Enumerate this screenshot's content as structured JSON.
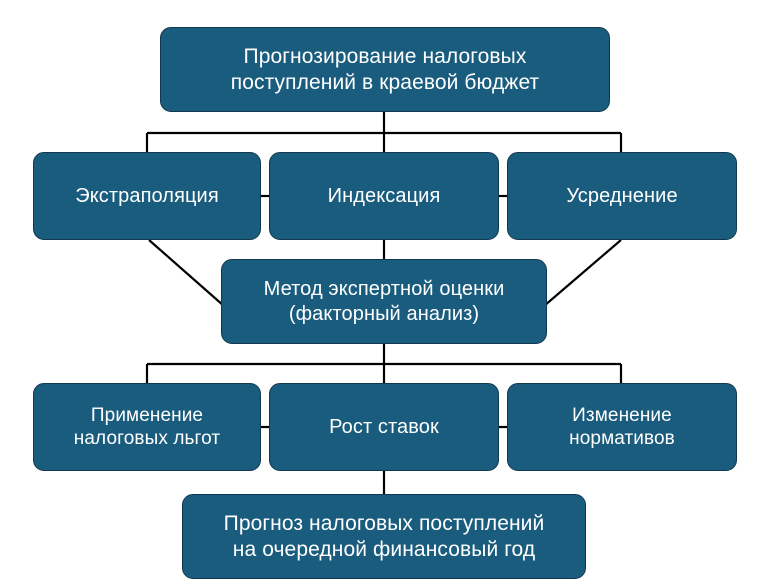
{
  "diagram": {
    "title": "Прогнозирование налоговых поступлений в краевой бюджет",
    "type": "flowchart",
    "colors": {
      "node_fill": "#1a5c7e",
      "node_border": "#12384d",
      "node_text": "#ffffff",
      "connector": "#000000",
      "background": "#ffffff"
    },
    "nodes": {
      "root": {
        "id": "root",
        "label": "Прогнозирование налоговых поступлений в краевой бюджет",
        "line1": "Прогнозирование налоговых",
        "line2": "поступлений в краевой бюджет",
        "level": 1
      },
      "extrapolation": {
        "id": "extrapolation",
        "label": "Экстраполяция",
        "level": 2
      },
      "indexation": {
        "id": "indexation",
        "label": "Индексация",
        "level": 2
      },
      "averaging": {
        "id": "averaging",
        "label": "Усреднение",
        "level": 2
      },
      "expert": {
        "id": "expert",
        "label": "Метод экспертной оценки (факторный анализ)",
        "line1": "Метод экспертной оценки",
        "line2": "(факторный анализ)",
        "level": 3
      },
      "benefits": {
        "id": "benefits",
        "label": "Применение налоговых льгот",
        "line1": "Применение",
        "line2": "налоговых льгот",
        "level": 4
      },
      "rates": {
        "id": "rates",
        "label": "Рост ставок",
        "level": 4
      },
      "norms": {
        "id": "norms",
        "label": "Изменение нормативов",
        "line1": "Изменение",
        "line2": "нормативов",
        "level": 4
      },
      "forecast": {
        "id": "forecast",
        "label": "Прогноз налоговых поступлений на очередной финансовый год",
        "line1": "Прогноз налоговых поступлений",
        "line2": "на очередной финансовый год",
        "level": 5
      }
    },
    "edges": [
      {
        "from": "root",
        "to": "extrapolation",
        "style": "orthogonal"
      },
      {
        "from": "root",
        "to": "indexation",
        "style": "orthogonal"
      },
      {
        "from": "root",
        "to": "averaging",
        "style": "orthogonal"
      },
      {
        "from": "extrapolation",
        "to": "expert",
        "style": "diagonal"
      },
      {
        "from": "indexation",
        "to": "expert",
        "style": "straight"
      },
      {
        "from": "averaging",
        "to": "expert",
        "style": "diagonal"
      },
      {
        "from": "expert",
        "to": "benefits",
        "style": "orthogonal"
      },
      {
        "from": "expert",
        "to": "rates",
        "style": "orthogonal"
      },
      {
        "from": "expert",
        "to": "norms",
        "style": "orthogonal"
      },
      {
        "from": "rates",
        "to": "forecast",
        "style": "straight"
      }
    ]
  }
}
